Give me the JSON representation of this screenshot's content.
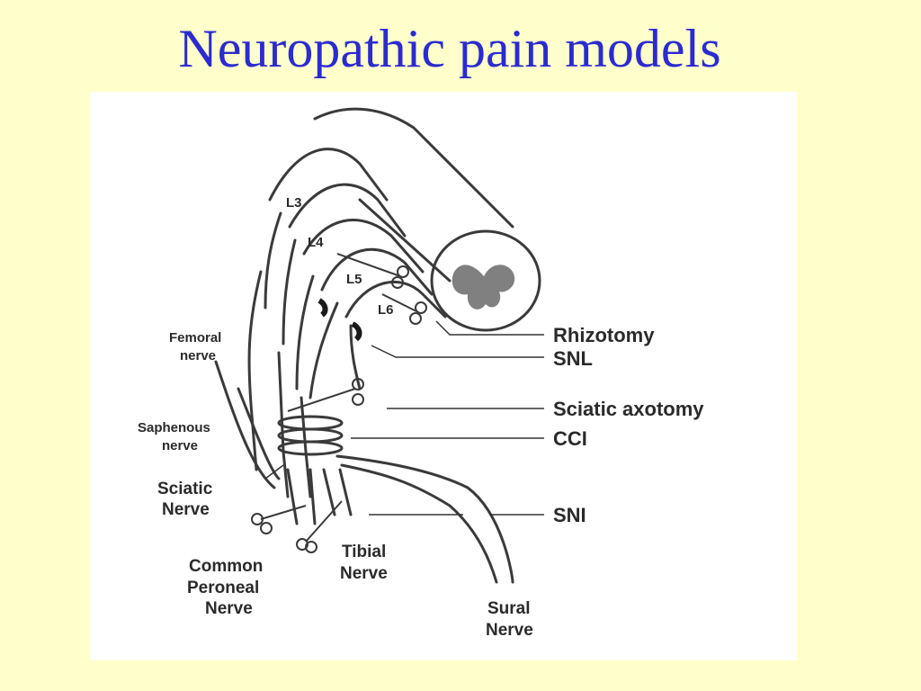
{
  "title": "Neuropathic pain models",
  "colors": {
    "background": "#ffffcc",
    "title": "#2b2bd0",
    "panel": "#ffffff",
    "line": "#3a3a3a",
    "cord_gray_matter": "#808080"
  },
  "diagram": {
    "spinal_roots": [
      "L3",
      "L4",
      "L5",
      "L6"
    ],
    "anatomy_labels": {
      "femoral": [
        "Femoral",
        "nerve"
      ],
      "saphenous": [
        "Saphenous",
        "nerve"
      ],
      "sciatic": [
        "Sciatic",
        "Nerve"
      ],
      "common_peroneal": [
        "Common",
        "Peroneal",
        "Nerve"
      ],
      "tibial": [
        "Tibial",
        "Nerve"
      ],
      "sural": [
        "Sural",
        "Nerve"
      ]
    },
    "models": [
      "Rhizotomy",
      "SNL",
      "Sciatic axotomy",
      "CCI",
      "SNI"
    ]
  }
}
